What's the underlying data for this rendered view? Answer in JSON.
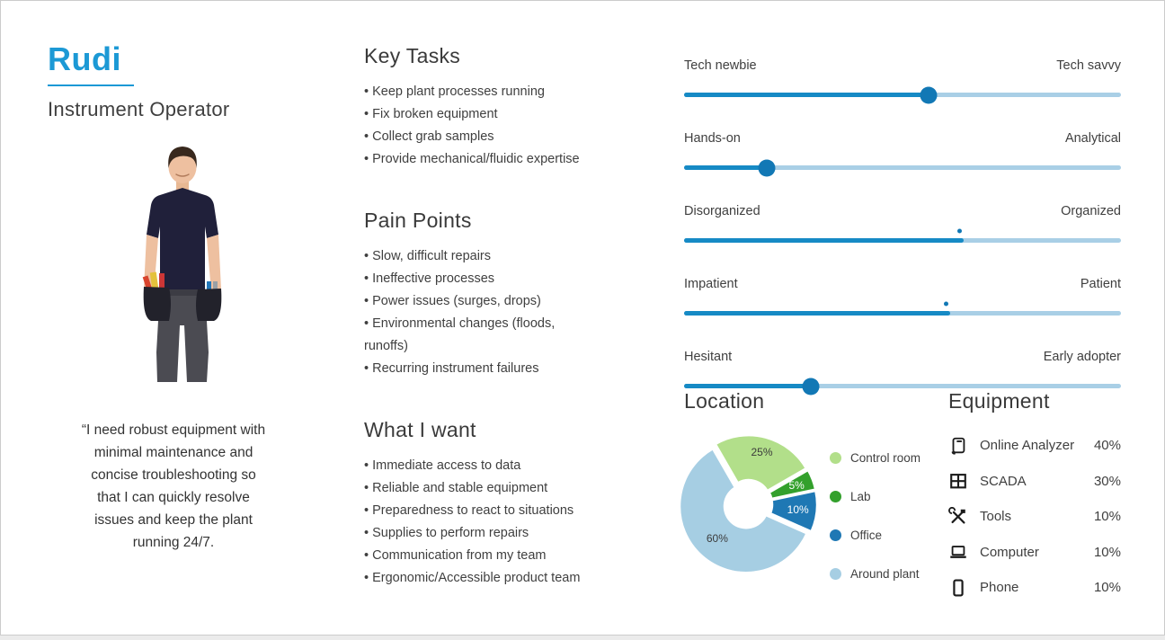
{
  "theme": {
    "accent": "#1c99d5",
    "slider_fill": "#168ac5",
    "slider_track": "#a9cfe6",
    "slider_thumb": "#1278b5"
  },
  "persona": {
    "name": "Rudi",
    "role": "Instrument Operator",
    "photo_alt": "instrument-operator-photo",
    "quote": "“I need robust equipment with\nminimal maintenance and\nconcise troubleshooting so\nthat I can quickly resolve\nissues and keep the plant\nrunning 24/7."
  },
  "sections": {
    "key_tasks": {
      "title": "Key Tasks",
      "items": [
        "Keep plant processes running",
        "Fix broken equipment",
        "Collect grab samples",
        "Provide mechanical/fluidic expertise"
      ]
    },
    "pain_points": {
      "title": "Pain Points",
      "items": [
        "Slow, difficult repairs",
        "Ineffective processes",
        "Power issues (surges, drops)",
        "Environmental changes (floods,\nrunoffs)",
        "Recurring instrument failures"
      ]
    },
    "what_i_want": {
      "title": "What I want",
      "items": [
        "Immediate access to data",
        "Reliable and stable equipment",
        "Preparedness to react to situations",
        "Supplies to perform repairs",
        "Communication from my team",
        "Ergonomic/Accessible product team"
      ]
    }
  },
  "sliders": [
    {
      "left": "Tech newbie",
      "right": "Tech savvy",
      "value": 56,
      "thumb": "large"
    },
    {
      "left": "Hands-on",
      "right": "Analytical",
      "value": 19,
      "thumb": "large"
    },
    {
      "left": "Disorganized",
      "right": "Organized",
      "value": 64,
      "thumb": "dot"
    },
    {
      "left": "Impatient",
      "right": "Patient",
      "value": 61,
      "thumb": "dot"
    },
    {
      "left": "Hesitant",
      "right": "Early adopter",
      "value": 29,
      "thumb": "large"
    }
  ],
  "chart_data": {
    "type": "pie",
    "title": "Location",
    "donut": true,
    "labels": [
      "Control room",
      "Lab",
      "Office",
      "Around plant"
    ],
    "values": [
      25,
      5,
      10,
      60
    ],
    "label_text": [
      "25%",
      "5%",
      "10%",
      "60%"
    ],
    "colors": [
      "#b2df8a",
      "#33a02c",
      "#1f78b4",
      "#a6cee3"
    ],
    "label_colors": [
      "#3b3b3b",
      "#ffffff",
      "#ffffff",
      "#3b3b3b"
    ],
    "start_angle_deg": -30,
    "legend_position": "right"
  },
  "equipment": {
    "title": "Equipment",
    "rows": [
      {
        "icon": "analyzer-icon",
        "label": "Online Analyzer",
        "pct": "40%"
      },
      {
        "icon": "scada-grid-icon",
        "label": "SCADA",
        "pct": "30%"
      },
      {
        "icon": "tools-icon",
        "label": "Tools",
        "pct": "10%"
      },
      {
        "icon": "laptop-icon",
        "label": "Computer",
        "pct": "10%"
      },
      {
        "icon": "phone-icon",
        "label": "Phone",
        "pct": "10%"
      }
    ]
  }
}
